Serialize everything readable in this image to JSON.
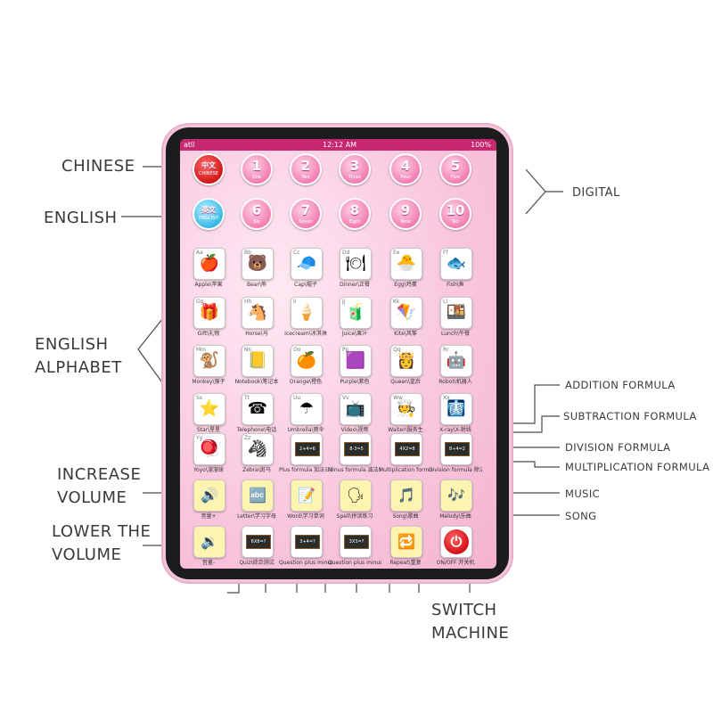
{
  "callouts": {
    "chinese": "CHINESE",
    "english": "ENGLISH",
    "english_alphabet_1": "ENGLISH",
    "english_alphabet_2": "ALPHABET",
    "increase_volume_1": "INCREASE",
    "increase_volume_2": "VOLUME",
    "lower_volume_1": "LOWER THE",
    "lower_volume_2": "VOLUME",
    "digital": "DIGITAL",
    "addition_formula": "ADDITION FORMULA",
    "subtraction_formula": "SUBTRACTION FORMULA",
    "division_formula": "DIVISION FORMULA",
    "multiplication_formula": "MULTIPLICATION FORMULA",
    "music": "MUSIC",
    "song": "SONG",
    "switch_machine_1": "SWITCH",
    "switch_machine_2": "MACHINE"
  },
  "status_bar": {
    "signal": "atll",
    "time": "12:12 AM",
    "battery": "100%"
  },
  "top_row": [
    {
      "num": "中文",
      "word": "CHINESE",
      "kind": "lang-cn"
    },
    {
      "num": "1",
      "word": "One"
    },
    {
      "num": "2",
      "word": "Two"
    },
    {
      "num": "3",
      "word": "Three"
    },
    {
      "num": "4",
      "word": "Four"
    },
    {
      "num": "5",
      "word": "Five"
    }
  ],
  "second_row": [
    {
      "num": "英文",
      "word": "ENGLISH",
      "kind": "lang-en"
    },
    {
      "num": "6",
      "word": "Six"
    },
    {
      "num": "7",
      "word": "Seven"
    },
    {
      "num": "8",
      "word": "Eight"
    },
    {
      "num": "9",
      "word": "Nine"
    },
    {
      "num": "10",
      "word": "Ten"
    }
  ],
  "tiles": [
    [
      {
        "letter": "Aa",
        "glyph": "🍎",
        "label": "Apple\\苹果"
      },
      {
        "letter": "Bb",
        "glyph": "🐻",
        "label": "Bear\\熊"
      },
      {
        "letter": "Cc",
        "glyph": "🧢",
        "label": "Cap\\帽子"
      },
      {
        "letter": "Dd",
        "glyph": "🍽",
        "label": "Dinner\\正餐"
      },
      {
        "letter": "Ee",
        "glyph": "🐣",
        "label": "Egg\\鸡蛋"
      },
      {
        "letter": "Ff",
        "glyph": "🐟",
        "label": "Fish\\鱼"
      }
    ],
    [
      {
        "letter": "Gg",
        "glyph": "🎁",
        "label": "Gift\\礼物"
      },
      {
        "letter": "Hh",
        "glyph": "🐴",
        "label": "Horse\\马"
      },
      {
        "letter": "Ii",
        "glyph": "🍦",
        "label": "Icecream\\冰淇淋"
      },
      {
        "letter": "Jj",
        "glyph": "🧃",
        "label": "Juice\\果汁"
      },
      {
        "letter": "Kk",
        "glyph": "🪁",
        "label": "Kite\\风筝"
      },
      {
        "letter": "Ll",
        "glyph": "🍱",
        "label": "Lunch\\午餐"
      }
    ],
    [
      {
        "letter": "Mm",
        "glyph": "🐒",
        "label": "Monkey\\猴子"
      },
      {
        "letter": "Nn",
        "glyph": "📒",
        "label": "Notebook\\笔记本"
      },
      {
        "letter": "Oo",
        "glyph": "🍊",
        "label": "Orange\\橙色"
      },
      {
        "letter": "Pp",
        "glyph": "🟪",
        "label": "Purple\\紫色"
      },
      {
        "letter": "Qq",
        "glyph": "👸",
        "label": "Queen\\皇后"
      },
      {
        "letter": "Rr",
        "glyph": "🤖",
        "label": "Robot\\机器人"
      }
    ],
    [
      {
        "letter": "Ss",
        "glyph": "⭐",
        "label": "Star\\星星"
      },
      {
        "letter": "Tt",
        "glyph": "☎",
        "label": "Telephone\\电话"
      },
      {
        "letter": "Uu",
        "glyph": "☂",
        "label": "Umbrella\\雨伞"
      },
      {
        "letter": "Vv",
        "glyph": "📺",
        "label": "Video\\视频"
      },
      {
        "letter": "Ww",
        "glyph": "🧑‍🍳",
        "label": "Waiter\\服务生"
      },
      {
        "letter": "Xx",
        "glyph": "🩻",
        "label": "X-ray\\X-射线"
      }
    ],
    [
      {
        "letter": "Yy",
        "glyph": "🪀",
        "label": "Yoyo\\溜溜球"
      },
      {
        "letter": "Zz",
        "glyph": "🦓",
        "label": "Zebra\\斑马"
      },
      {
        "letter": "",
        "board": "2+4=6",
        "label": "Plus formula 加法公式",
        "kind": "formula"
      },
      {
        "letter": "",
        "board": "8-3=5",
        "label": "Minus formula 减法公式",
        "kind": "formula"
      },
      {
        "letter": "",
        "board": "4X2=8",
        "label": "Multiplication formula 乘法公式",
        "kind": "formula"
      },
      {
        "letter": "",
        "board": "8÷4=2",
        "label": "Division formula 除法公式",
        "kind": "formula"
      }
    ],
    [
      {
        "letter": "",
        "glyph": "🔊",
        "label": "音量+",
        "kind": "ctl"
      },
      {
        "letter": "",
        "glyph": "🔤",
        "label": "Letter\\学习字母",
        "kind": "ctl"
      },
      {
        "letter": "",
        "glyph": "📝",
        "label": "Word\\学习单词",
        "kind": "ctl"
      },
      {
        "letter": "",
        "glyph": "🗣",
        "label": "Spell\\拼读练习",
        "kind": "ctl"
      },
      {
        "letter": "",
        "glyph": "🎵",
        "label": "Song\\歌曲",
        "kind": "ctl"
      },
      {
        "letter": "",
        "glyph": "🎶",
        "label": "Melody\\乐曲",
        "kind": "ctl"
      }
    ],
    [
      {
        "letter": "",
        "glyph": "🔉",
        "label": "音量-",
        "kind": "ctl"
      },
      {
        "letter": "",
        "board": "6X8=?",
        "label": "Quiz\\综合测试",
        "kind": "formula"
      },
      {
        "letter": "",
        "board": "3+4=?",
        "label": "Question plus minus 提问加减",
        "kind": "formula"
      },
      {
        "letter": "",
        "board": "3X3=?",
        "label": "Question plus minus 提问乘除",
        "kind": "formula"
      },
      {
        "letter": "",
        "glyph": "🔁",
        "label": "Repeat\\重复",
        "kind": "ctl"
      },
      {
        "letter": "",
        "power": "⏻",
        "label": "ON/OFF 开关机",
        "kind": "power"
      }
    ]
  ]
}
